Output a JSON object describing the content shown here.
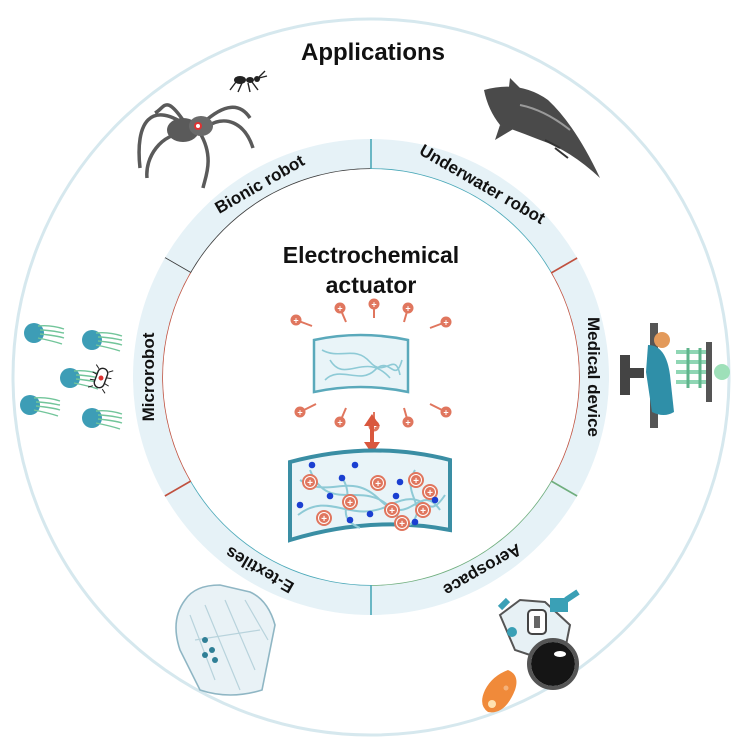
{
  "title": "Applications",
  "center": {
    "line1": "Electrochemical",
    "line2": "actuator"
  },
  "segments": [
    {
      "label": "Bionic robot",
      "color": "#3a3a3a"
    },
    {
      "label": "Underwater robot",
      "color": "#4aa8b8"
    },
    {
      "label": "Medical device",
      "color": "#c0513f"
    },
    {
      "label": "Aerospace",
      "color": "#6fae7d"
    },
    {
      "label": "E-textiles",
      "color": "#4aa8b8"
    },
    {
      "label": "Microrobot",
      "color": "#c0513f"
    }
  ],
  "colors": {
    "outer_ring": "#d8eaf0",
    "segment_fill": "#e6f2f7",
    "fiber": "#8ecad6",
    "ion_pos": "#e0765e",
    "ion_neg": "#1b3fd1",
    "arrow": "#d9573d"
  },
  "icons": [
    "spider-icon",
    "ant-icon",
    "shark-icon",
    "surgeon-icon",
    "astronaut-icon",
    "rocket-flame-icon",
    "garment-icon",
    "jellyfish-icon",
    "bacterium-icon"
  ]
}
